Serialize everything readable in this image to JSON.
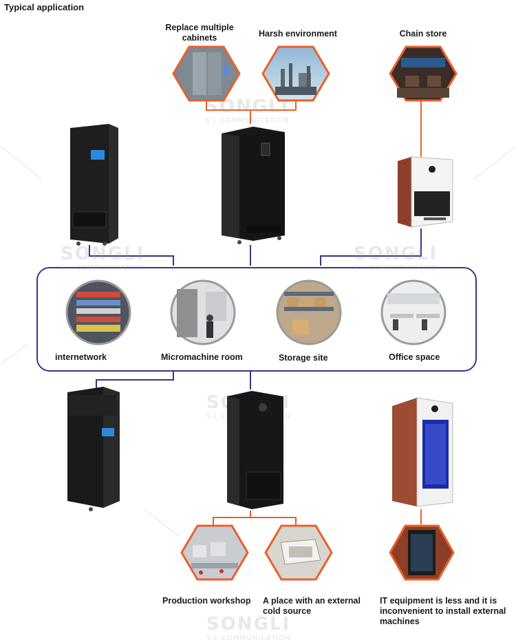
{
  "page_title": "Typical application",
  "colors": {
    "connector_orange": "#E8602C",
    "connector_navy": "#3C3483",
    "hub_border": "#3C3483",
    "hex_border": "#E8602C"
  },
  "watermark": {
    "brand": "SONGLI",
    "sub": "S.L.COMMUNICATION"
  },
  "top_scenes": [
    {
      "label": "Replace multiple cabinets",
      "line1": "Replace multiple",
      "line2": "cabinets",
      "icon": "cabinets-image"
    },
    {
      "label": "Harsh environment",
      "icon": "factory-image"
    },
    {
      "label": "Chain store",
      "icon": "store-image"
    }
  ],
  "hub_sites": [
    {
      "label": "internetwork",
      "icon": "network-rack-image"
    },
    {
      "label": "Micromachine room",
      "icon": "machine-room-image"
    },
    {
      "label": "Storage site",
      "icon": "warehouse-image"
    },
    {
      "label": "Office space",
      "icon": "office-image"
    }
  ],
  "bottom_scenes": [
    {
      "label": "Production workshop",
      "icon": "workshop-image"
    },
    {
      "label": "A place with an external cold source",
      "line1": "A place with an external",
      "line2": "cold source",
      "icon": "ceiling-ac-image"
    },
    {
      "label": "IT equipment is less and it is inconvenient to install external machines",
      "line1": "IT equipment is less and it is",
      "line2": "inconvenient to install external",
      "line3": "machines",
      "icon": "small-rack-image"
    }
  ]
}
